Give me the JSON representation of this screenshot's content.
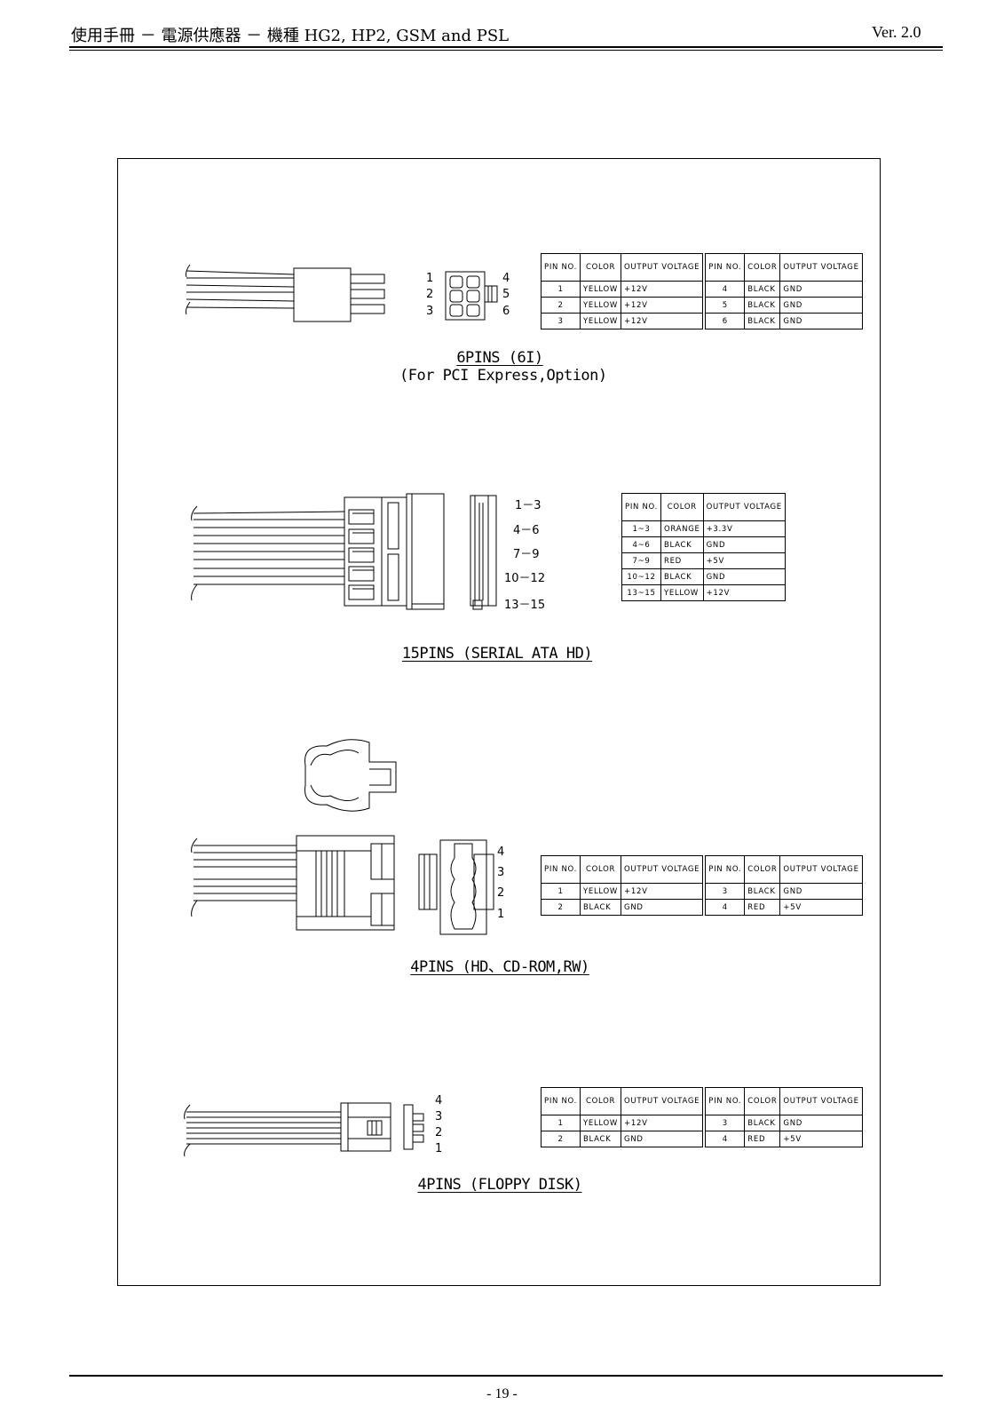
{
  "header": {
    "title": "使用手冊 － 電源供應器 － 機種 HG2, HP2, GSM and PSL",
    "version": "Ver. 2.0"
  },
  "footer": {
    "page": "- 19 -"
  },
  "table_headers": {
    "pin": "PIN NO.",
    "color": "COLOR",
    "output": "OUTPUT VOLTAGE"
  },
  "conn6": {
    "caption1": "6PINS (6I)",
    "caption2": "(For PCI Express,Option)",
    "left_nums": [
      "1",
      "2",
      "3"
    ],
    "right_nums": [
      "4",
      "5",
      "6"
    ],
    "rows": [
      {
        "pin": "1",
        "color": "YELLOW",
        "volt": "+12V",
        "pin2": "4",
        "color2": "BLACK",
        "volt2": "GND"
      },
      {
        "pin": "2",
        "color": "YELLOW",
        "volt": "+12V",
        "pin2": "5",
        "color2": "BLACK",
        "volt2": "GND"
      },
      {
        "pin": "3",
        "color": "YELLOW",
        "volt": "+12V",
        "pin2": "6",
        "color2": "BLACK",
        "volt2": "GND"
      }
    ]
  },
  "conn15": {
    "caption": "15PINS (SERIAL ATA HD)",
    "labels": [
      "1－3",
      "4－6",
      "7－9",
      "10－12",
      "13－15"
    ],
    "rows": [
      {
        "pin": "1~3",
        "color": "ORANGE",
        "volt": "+3.3V"
      },
      {
        "pin": "4~6",
        "color": "BLACK",
        "volt": "GND"
      },
      {
        "pin": "7~9",
        "color": "RED",
        "volt": "+5V"
      },
      {
        "pin": "10~12",
        "color": "BLACK",
        "volt": "GND"
      },
      {
        "pin": "13~15",
        "color": "YELLOW",
        "volt": "+12V"
      }
    ]
  },
  "conn4hd": {
    "caption": "4PINS (HD、CD-ROM,RW)",
    "nums": [
      "4",
      "3",
      "2",
      "1"
    ],
    "rows": [
      {
        "pin": "1",
        "color": "YELLOW",
        "volt": "+12V",
        "pin2": "3",
        "color2": "BLACK",
        "volt2": "GND"
      },
      {
        "pin": "2",
        "color": "BLACK",
        "volt": "GND",
        "pin2": "4",
        "color2": "RED",
        "volt2": "+5V"
      }
    ]
  },
  "conn4fd": {
    "caption": "4PINS (FLOPPY DISK)",
    "nums": [
      "4",
      "3",
      "2",
      "1"
    ],
    "rows": [
      {
        "pin": "1",
        "color": "YELLOW",
        "volt": "+12V",
        "pin2": "3",
        "color2": "BLACK",
        "volt2": "GND"
      },
      {
        "pin": "2",
        "color": "BLACK",
        "volt": "GND",
        "pin2": "4",
        "color2": "RED",
        "volt2": "+5V"
      }
    ]
  }
}
